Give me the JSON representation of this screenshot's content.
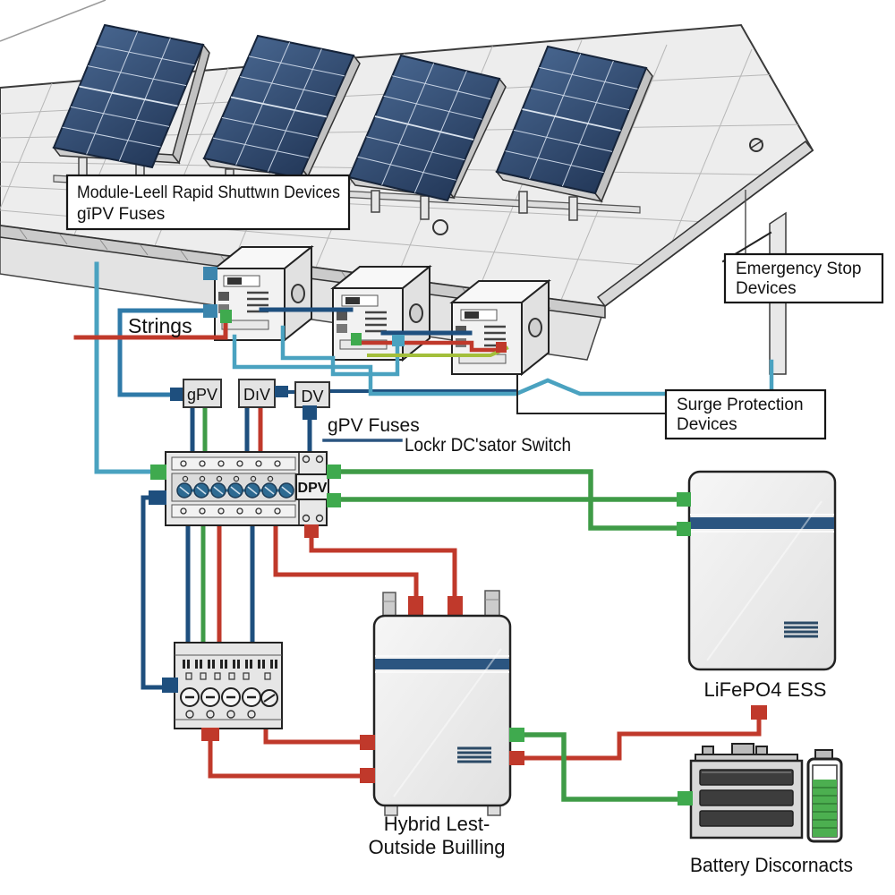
{
  "diagram": {
    "boxes": {
      "module_label": {
        "line1": "Module-Leell Rapid Shuttwın Devices",
        "line2": "gīPV Fuses"
      },
      "emergency": {
        "line1": "Emergency Stop",
        "line2": "Devices"
      },
      "surge": {
        "line1": "Surge Protection",
        "line2": "Devices"
      }
    },
    "labels": {
      "strings": "Strings",
      "gpv_fuses": "gPV Fuses",
      "dc_switch": "Lockr DC'sator Switch",
      "combiner_tag": "DPV",
      "ess": "LiFePO4 ESS",
      "inverter_line1": "Hybrid Lest-",
      "inverter_line2": "Outside Builling",
      "battery": "Battery Discornacts"
    },
    "fuse_boxes": [
      {
        "label": "gPV"
      },
      {
        "label": "DıV"
      },
      {
        "label": "DV"
      }
    ],
    "colors": {
      "wire_red": "#c0392b",
      "wire_green": "#3f9b47",
      "wire_blue": "#1e4f7e",
      "wire_teal": "#4aa2c0",
      "wire_steel": "#2f7aa8",
      "wire_lime": "#a3bf3b",
      "panel_blue": "#2f4a6e",
      "band_navy": "#2b5580"
    }
  }
}
